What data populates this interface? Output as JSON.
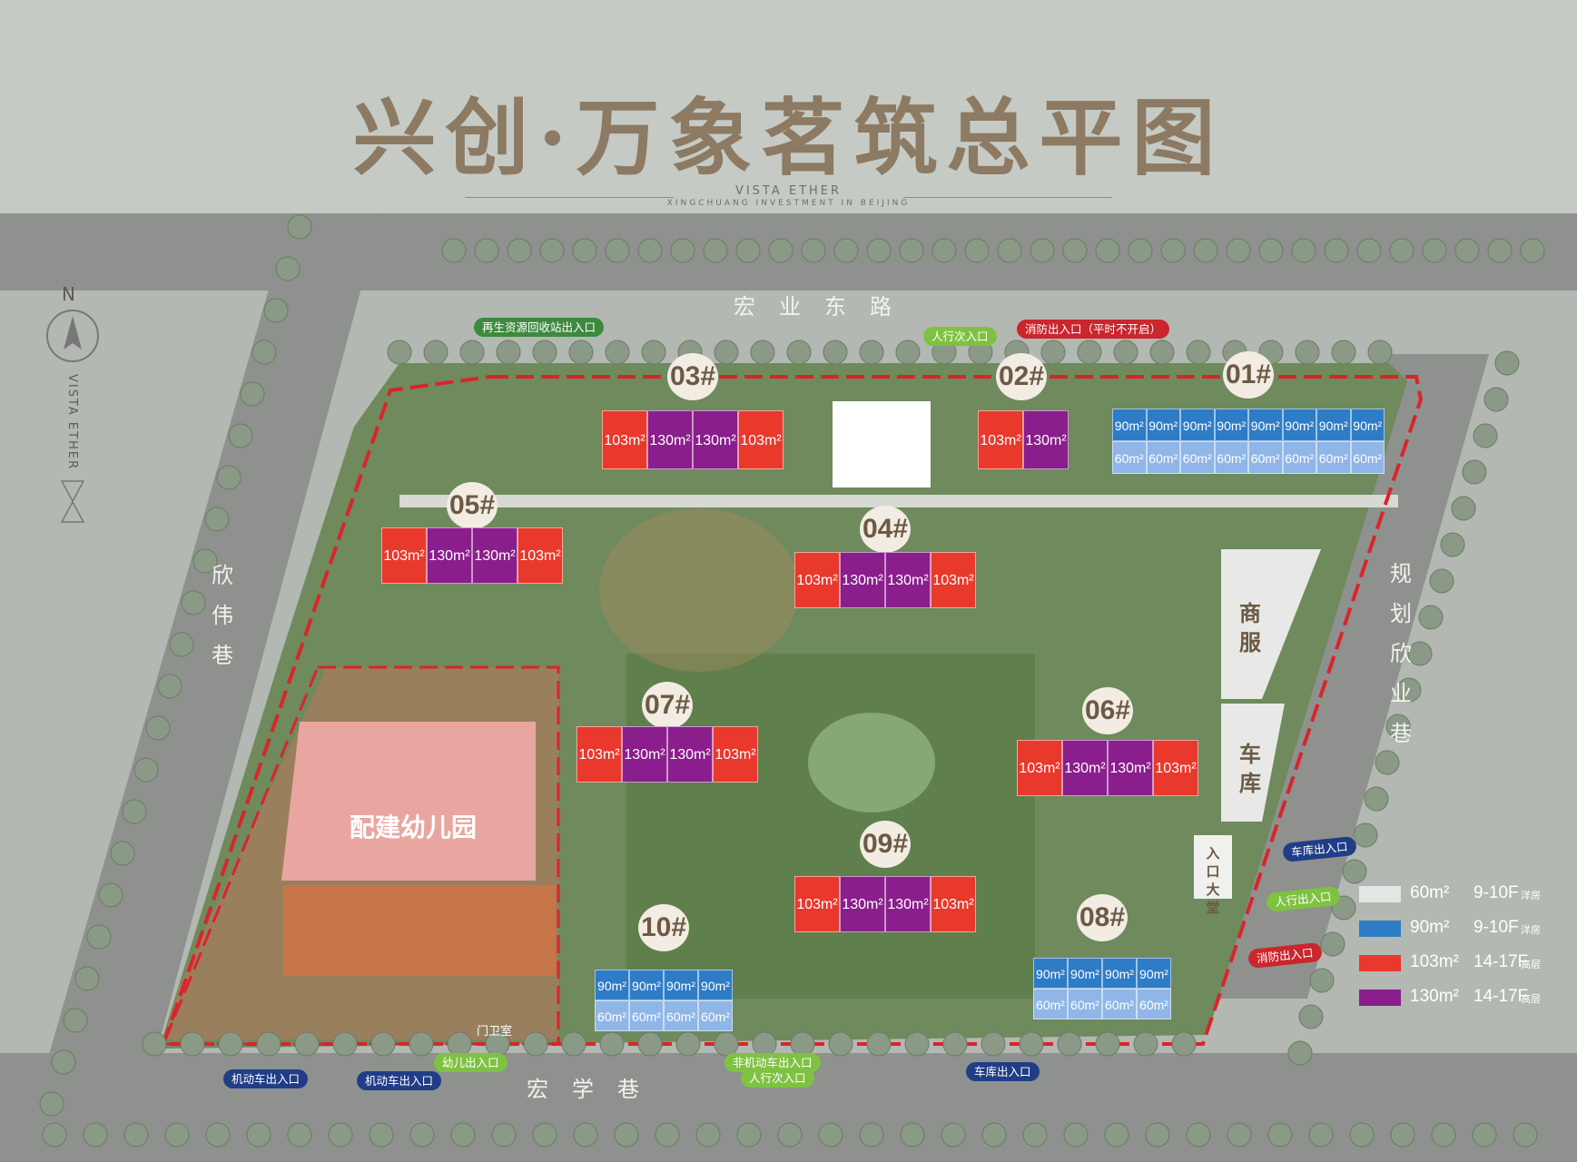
{
  "header": {
    "title": "兴创·万象茗筑总平图",
    "subtitle_en": "VISTA ETHER",
    "subtitle_en2": "XINGCHUANG INVESTMENT IN BEIJING"
  },
  "compass": {
    "north": "N",
    "brand_vertical": "VISTA ETHER"
  },
  "roads": {
    "north": "宏业东路",
    "south": "宏学巷",
    "west": "欣伟巷",
    "east": "规划欣业巷"
  },
  "areas": {
    "kindergarten": "配建幼儿园",
    "commerce": "商服",
    "garage": "车库",
    "lobby": "入口大堂",
    "guard": "门卫室"
  },
  "buildings": [
    {
      "id": "03",
      "units": [
        {
          "label": "103m²",
          "type": "103"
        },
        {
          "label": "130m²",
          "type": "130"
        },
        {
          "label": "130m²",
          "type": "130"
        },
        {
          "label": "103m²",
          "type": "103"
        }
      ]
    },
    {
      "id": "02",
      "units": [
        {
          "label": "103m²",
          "type": "103"
        },
        {
          "label": "130m²",
          "type": "130"
        }
      ]
    },
    {
      "id": "01",
      "units": [
        {
          "label": "90m²",
          "type": "90"
        },
        {
          "label": "90m²",
          "type": "90"
        },
        {
          "label": "90m²",
          "type": "90"
        },
        {
          "label": "90m²",
          "type": "90"
        },
        {
          "label": "90m²",
          "type": "90"
        },
        {
          "label": "90m²",
          "type": "90"
        },
        {
          "label": "90m²",
          "type": "90"
        },
        {
          "label": "90m²",
          "type": "90"
        }
      ],
      "units2": [
        {
          "label": "60m²",
          "type": "60"
        },
        {
          "label": "60m²",
          "type": "60"
        },
        {
          "label": "60m²",
          "type": "60"
        },
        {
          "label": "60m²",
          "type": "60"
        },
        {
          "label": "60m²",
          "type": "60"
        },
        {
          "label": "60m²",
          "type": "60"
        },
        {
          "label": "60m²",
          "type": "60"
        },
        {
          "label": "60m²",
          "type": "60"
        }
      ]
    },
    {
      "id": "05",
      "units": [
        {
          "label": "103m²",
          "type": "103"
        },
        {
          "label": "130m²",
          "type": "130"
        },
        {
          "label": "130m²",
          "type": "130"
        },
        {
          "label": "103m²",
          "type": "103"
        }
      ]
    },
    {
      "id": "04",
      "units": [
        {
          "label": "103m²",
          "type": "103"
        },
        {
          "label": "130m²",
          "type": "130"
        },
        {
          "label": "130m²",
          "type": "130"
        },
        {
          "label": "103m²",
          "type": "103"
        }
      ]
    },
    {
      "id": "07",
      "units": [
        {
          "label": "103m²",
          "type": "103"
        },
        {
          "label": "130m²",
          "type": "130"
        },
        {
          "label": "130m²",
          "type": "130"
        },
        {
          "label": "103m²",
          "type": "103"
        }
      ]
    },
    {
      "id": "06",
      "units": [
        {
          "label": "103m²",
          "type": "103"
        },
        {
          "label": "130m²",
          "type": "130"
        },
        {
          "label": "130m²",
          "type": "130"
        },
        {
          "label": "103m²",
          "type": "103"
        }
      ]
    },
    {
      "id": "09",
      "units": [
        {
          "label": "103m²",
          "type": "103"
        },
        {
          "label": "130m²",
          "type": "130"
        },
        {
          "label": "130m²",
          "type": "130"
        },
        {
          "label": "103m²",
          "type": "103"
        }
      ]
    },
    {
      "id": "10",
      "units": [
        {
          "label": "90m²",
          "type": "90"
        },
        {
          "label": "90m²",
          "type": "90"
        },
        {
          "label": "90m²",
          "type": "90"
        },
        {
          "label": "90m²",
          "type": "90"
        }
      ],
      "units2": [
        {
          "label": "60m²",
          "type": "60"
        },
        {
          "label": "60m²",
          "type": "60"
        },
        {
          "label": "60m²",
          "type": "60"
        },
        {
          "label": "60m²",
          "type": "60"
        }
      ]
    },
    {
      "id": "08",
      "units": [
        {
          "label": "90m²",
          "type": "90"
        },
        {
          "label": "90m²",
          "type": "90"
        },
        {
          "label": "90m²",
          "type": "90"
        },
        {
          "label": "90m²",
          "type": "90"
        }
      ],
      "units2": [
        {
          "label": "60m²",
          "type": "60"
        },
        {
          "label": "60m²",
          "type": "60"
        },
        {
          "label": "60m²",
          "type": "60"
        },
        {
          "label": "60m²",
          "type": "60"
        }
      ]
    }
  ],
  "entrances": [
    {
      "label": "再生资源回收站出入口",
      "kind": "green"
    },
    {
      "label": "人行次入口",
      "kind": "lime"
    },
    {
      "label": "消防出入口（平时不开启）",
      "kind": "red"
    },
    {
      "label": "车库出入口",
      "kind": "blue"
    },
    {
      "label": "人行出入口",
      "kind": "lime"
    },
    {
      "label": "消防出入口",
      "kind": "red"
    },
    {
      "label": "机动车出入口",
      "kind": "blue"
    },
    {
      "label": "机动车出入口",
      "kind": "blue"
    },
    {
      "label": "幼儿出入口",
      "kind": "lime"
    },
    {
      "label": "非机动车出入口",
      "kind": "lime"
    },
    {
      "label": "人行次入口",
      "kind": "lime"
    },
    {
      "label": "车库出入口",
      "kind": "blue"
    }
  ],
  "legend": [
    {
      "area": "60m²",
      "floors": "9-10F",
      "kind": "洋房",
      "color": "#e4e6e6"
    },
    {
      "area": "90m²",
      "floors": "9-10F",
      "kind": "洋房",
      "color": "#2f7cc6"
    },
    {
      "area": "103m²",
      "floors": "14-17F",
      "kind": "高层",
      "color": "#e8392c"
    },
    {
      "area": "130m²",
      "floors": "14-17F",
      "kind": "高层",
      "color": "#8a1e8c"
    }
  ],
  "colors": {
    "u60": "#8fb6e6",
    "u90": "#2f7cc6",
    "u103": "#e8392c",
    "u130": "#8a1e8c",
    "boundary": "#d9252a"
  }
}
